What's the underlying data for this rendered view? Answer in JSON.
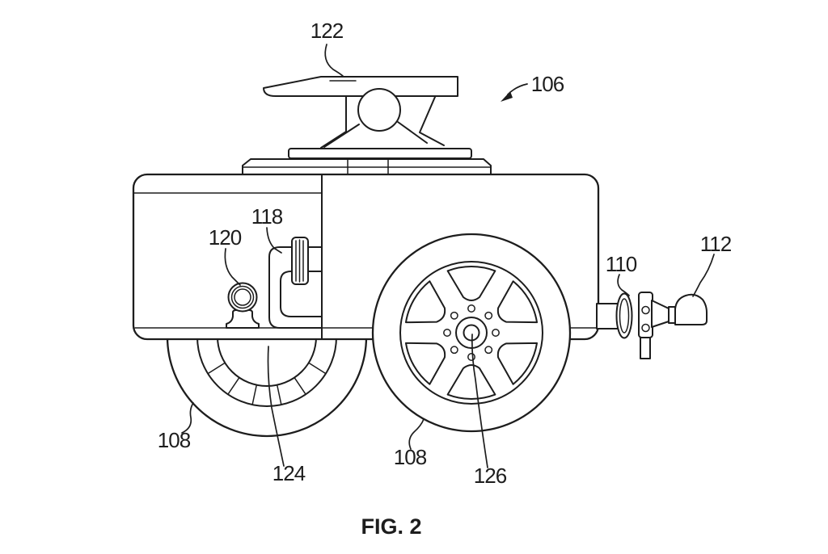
{
  "figure": {
    "caption": "FIG. 2",
    "colors": {
      "ink": "#1d1d1d",
      "background": "#ffffff"
    },
    "labels": [
      {
        "ref": "122"
      },
      {
        "ref": "106"
      },
      {
        "ref": "118"
      },
      {
        "ref": "120"
      },
      {
        "ref": "110"
      },
      {
        "ref": "112"
      },
      {
        "ref": "108"
      },
      {
        "ref": "124"
      },
      {
        "ref": "108"
      },
      {
        "ref": "126"
      }
    ]
  }
}
